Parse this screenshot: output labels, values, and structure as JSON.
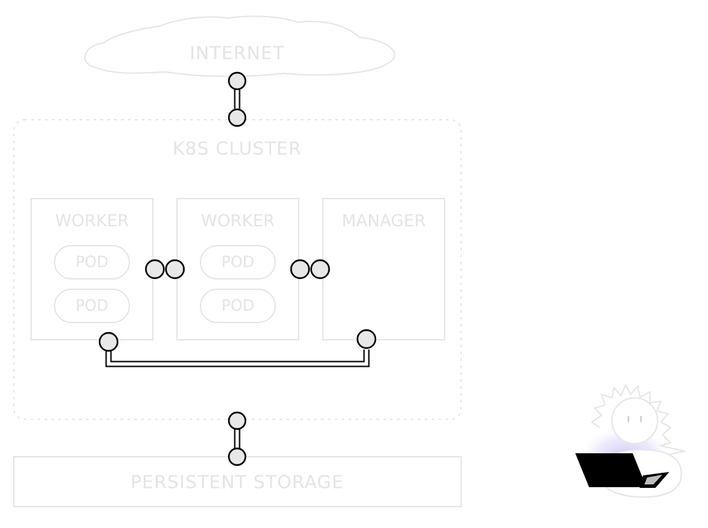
{
  "labels": {
    "internet": "INTERNET",
    "cluster": "K8S CLUSTER",
    "worker_1": "WORKER",
    "worker_2": "WORKER",
    "manager": "MANAGER",
    "pod_1": "POD",
    "pod_2": "POD",
    "pod_3": "POD",
    "pod_4": "POD",
    "storage": "PERSISTENT STORAGE"
  },
  "colors": {
    "ghost_stroke": "#e6e6e6",
    "ghost_text": "#e4e4e4",
    "connector_stroke": "#000000",
    "connector_fill": "#e8e8e8",
    "laptop": "#000000",
    "glow": "#c9c3f5"
  },
  "icons": {
    "mascot": "sun-character-with-laptop-icon"
  }
}
